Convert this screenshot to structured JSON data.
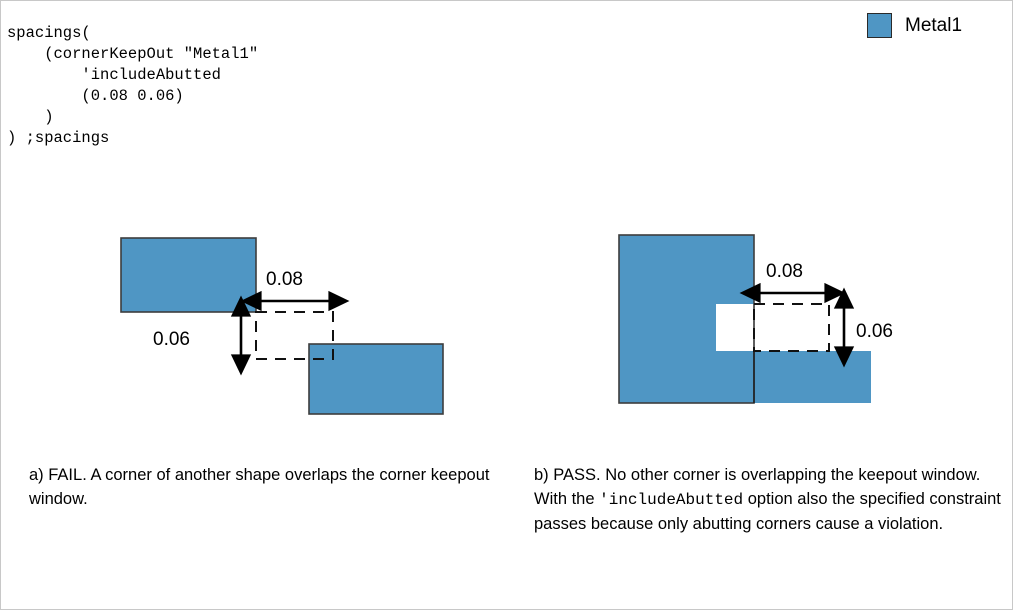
{
  "code": {
    "text": "spacings(\n    (cornerKeepOut \"Metal1\"\n        'includeAbutted\n        (0.08 0.06)\n    )\n) ;spacings"
  },
  "legend": {
    "label": "Metal1",
    "swatch_color": "#4f96c4",
    "swatch_border_color": "#2a2a2a"
  },
  "diagrams": {
    "fail": {
      "horizontal_dimension": "0.08",
      "vertical_dimension": "0.06"
    },
    "pass": {
      "horizontal_dimension": "0.08",
      "vertical_dimension": "0.06"
    }
  },
  "captions": {
    "a": {
      "text": "a) FAIL. A corner of another shape overlaps the corner keepout window."
    },
    "b": {
      "prefix": "b) PASS. No other corner is overlapping the keepout window. With the ",
      "code": "'includeAbutted",
      "suffix": " option also the specified constraint passes because only abutting corners cause a violation."
    }
  }
}
